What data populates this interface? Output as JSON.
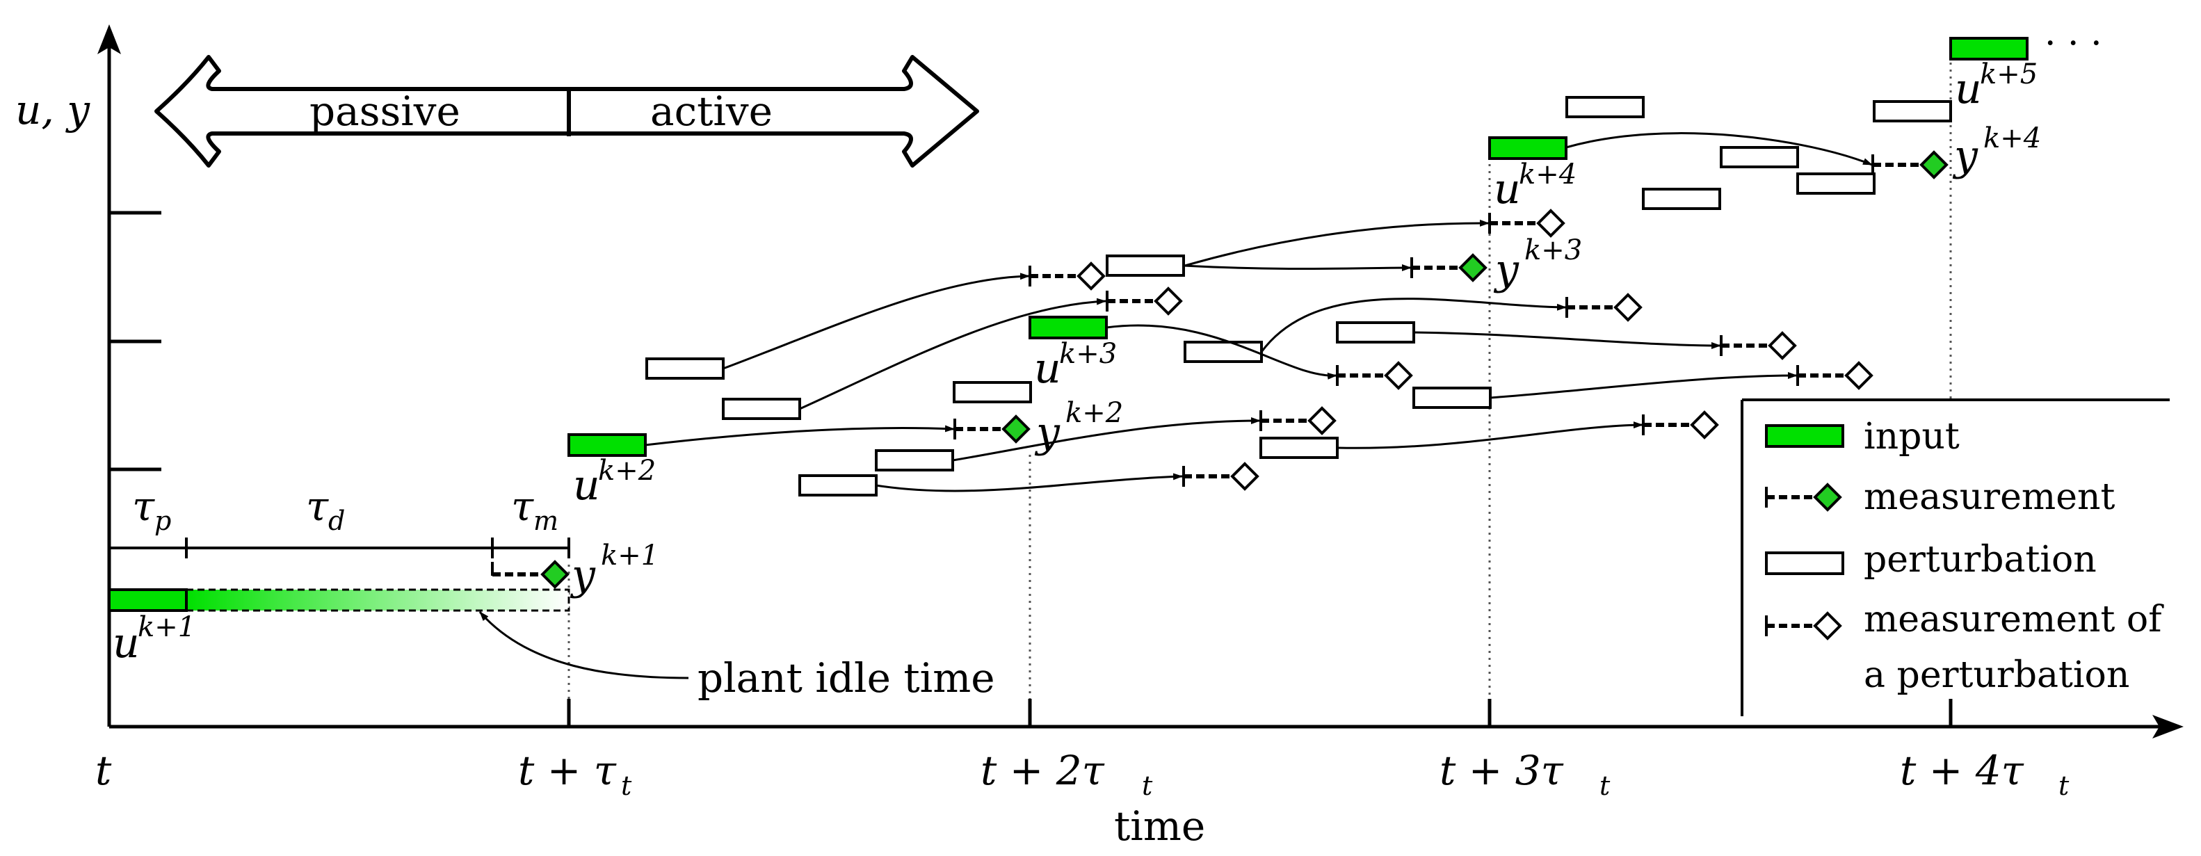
{
  "axes": {
    "y_label": "u, y",
    "x_label": "time",
    "x_ticks": [
      "t",
      "t + τ",
      "t + 2τ",
      "t + 3τ",
      "t + 4τ"
    ],
    "x_tick_sub": "t"
  },
  "arrow": {
    "left_label": "passive",
    "right_label": "active"
  },
  "taus": {
    "tau": "τ",
    "p": "p",
    "d": "d",
    "m": "m"
  },
  "annotations": {
    "idle": "plant idle time",
    "ellipsis": "· · ·",
    "inputs": [
      {
        "base": "u",
        "sup": "k+1"
      },
      {
        "base": "u",
        "sup": "k+2"
      },
      {
        "base": "u",
        "sup": "k+3"
      },
      {
        "base": "u",
        "sup": "k+4"
      },
      {
        "base": "u",
        "sup": "k+5"
      }
    ],
    "measurements": [
      {
        "base": "y",
        "sup": "k+1"
      },
      {
        "base": "y",
        "sup": "k+2"
      },
      {
        "base": "y",
        "sup": "k+3"
      },
      {
        "base": "y",
        "sup": "k+4"
      }
    ]
  },
  "legend": {
    "input": "input",
    "measurement": "measurement",
    "perturbation": "perturbation",
    "perturbation_measurement_line1": "measurement of",
    "perturbation_measurement_line2": "a perturbation"
  },
  "colors": {
    "input": "#00e000",
    "measurement": "#22cc22",
    "line": "#000000"
  }
}
